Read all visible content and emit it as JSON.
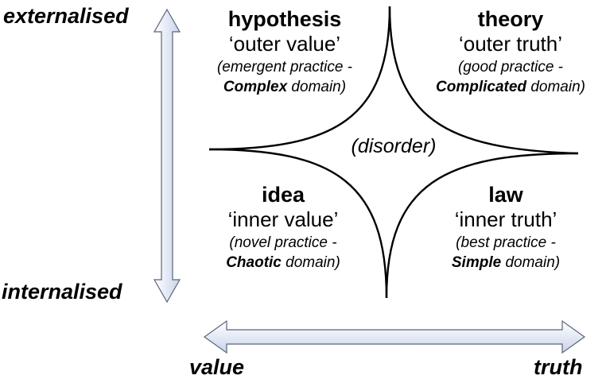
{
  "axes": {
    "top": "externalised",
    "bottom": "internalised",
    "left": "value",
    "right": "truth"
  },
  "quadrants": {
    "top_left": {
      "title": "hypothesis",
      "subtitle": "‘outer value’",
      "desc_line1": "(emergent practice -",
      "desc_bold": "Complex",
      "desc_rest": " domain)"
    },
    "top_right": {
      "title": "theory",
      "subtitle": "‘outer truth’",
      "desc_line1": "(good practice -",
      "desc_bold": "Complicated",
      "desc_rest": " domain)"
    },
    "bottom_left": {
      "title": "idea",
      "subtitle": "‘inner value’",
      "desc_line1": "(novel practice -",
      "desc_bold": "Chaotic",
      "desc_rest": " domain)"
    },
    "bottom_right": {
      "title": "law",
      "subtitle": "‘inner truth’",
      "desc_line1": "(best practice -",
      "desc_bold": "Simple",
      "desc_rest": " domain)"
    }
  },
  "center": "(disorder)",
  "colors": {
    "arrow_fill_light": "#ffffff",
    "arrow_fill_dark": "#c9d4ea",
    "arrow_stroke": "#5a6478",
    "line": "#000000"
  }
}
